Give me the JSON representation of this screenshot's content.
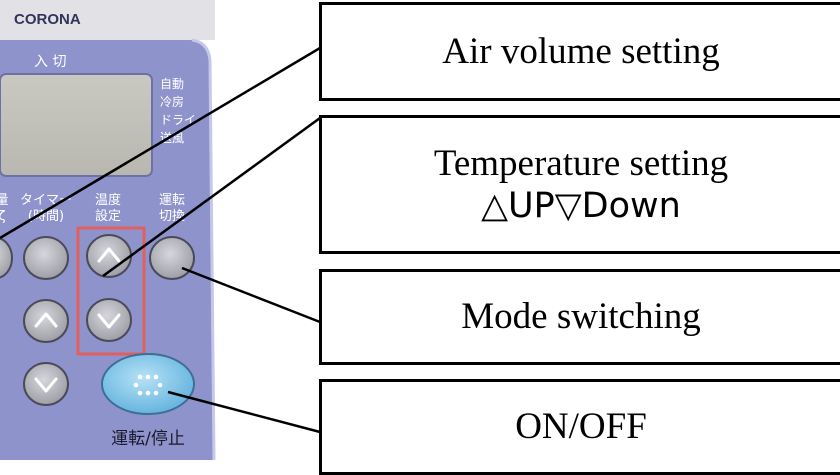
{
  "remote": {
    "brand": "CORONA",
    "power_label": "入 切",
    "mode_labels": [
      "自動",
      "冷房",
      "ドライ",
      "送風"
    ],
    "col_labels": [
      {
        "line1": "量",
        "line2": "ζ"
      },
      {
        "line1": "タイマー",
        "line2": "(時間)"
      },
      {
        "line1": "温度",
        "line2": "設定"
      },
      {
        "line1": "運転",
        "line2": "切換"
      }
    ],
    "onoff_label": "運転/停止"
  },
  "callouts": [
    {
      "lines": [
        "Air volume setting"
      ]
    },
    {
      "lines": [
        "Temperature setting",
        "△UP▽Down"
      ]
    },
    {
      "lines": [
        "Mode switching"
      ]
    },
    {
      "lines": [
        "ON/OFF"
      ]
    }
  ],
  "colors": {
    "panel": "#8f93cc",
    "panel_edge": "#aeb1e0",
    "button_grey": "#b3b3b9",
    "highlight_red": "#e05f5f",
    "onoff_blue": "#7ec3e8",
    "label_text": "#1a1a2e"
  }
}
